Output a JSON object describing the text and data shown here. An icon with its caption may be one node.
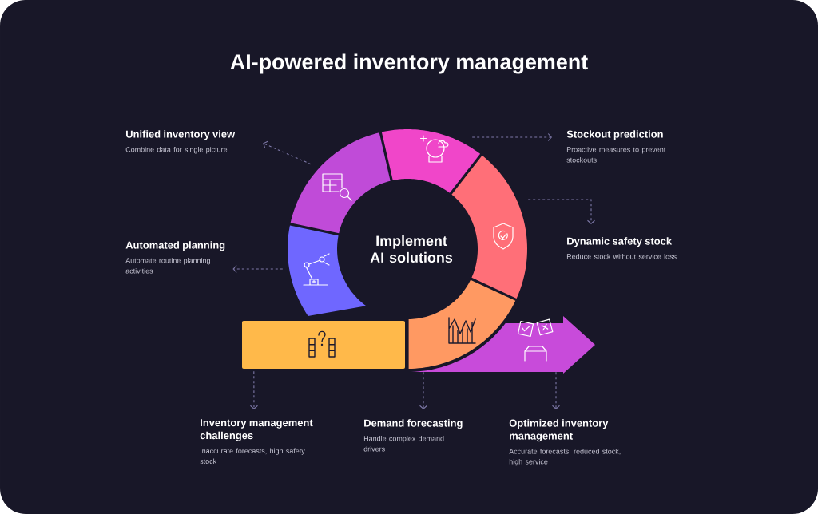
{
  "diagram": {
    "title": "AI-powered inventory management",
    "nodes": [
      {
        "text": [
          "Unified inventory view",
          "Combine data for single picture"
        ]
      },
      {
        "text": [
          "Stockout prediction",
          "Proactive measures to prevent stockouts"
        ]
      },
      {
        "text": [
          "Automated planning",
          "Automate routine planning activities"
        ]
      },
      {
        "text": [
          "Dynamic safety stock",
          "Reduce stock without service loss"
        ]
      },
      {
        "text": [
          "Inventory management challenges",
          "Inaccurate forecasts, high safety stock"
        ]
      },
      {
        "text": [
          "Demand forecasting",
          "Handle complex demand drivers"
        ]
      },
      {
        "text": [
          "Optimized inventory management",
          "Accurate forecasts, reduced stock, high service"
        ]
      },
      {
        "text": [],
        "shape": "segment"
      },
      {
        "text": [],
        "shape": "segment"
      },
      {
        "text": [],
        "shape": "segment"
      },
      {
        "text": [],
        "shape": "segment"
      },
      {
        "text": [],
        "shape": "bar"
      },
      {
        "text": [],
        "shape": "segment"
      },
      {
        "text": [],
        "shape": "arrow"
      }
    ],
    "edges": [
      {
        "from": 7,
        "to": 0,
        "arrow": "to",
        "style": "dashed"
      },
      {
        "from": 8,
        "to": 1,
        "arrow": "to",
        "style": "dashed"
      },
      {
        "from": 10,
        "to": 2,
        "arrow": "to",
        "style": "dashed"
      },
      {
        "from": 9,
        "to": 3,
        "arrow": "to",
        "style": "dashed"
      },
      {
        "from": 11,
        "to": 4,
        "arrow": "to",
        "style": "dashed"
      },
      {
        "from": 12,
        "to": 5,
        "arrow": "to",
        "style": "dashed"
      },
      {
        "from": 13,
        "to": 6,
        "arrow": "to",
        "style": "dashed"
      }
    ],
    "labels": [
      "Implement AI solutions"
    ]
  }
}
